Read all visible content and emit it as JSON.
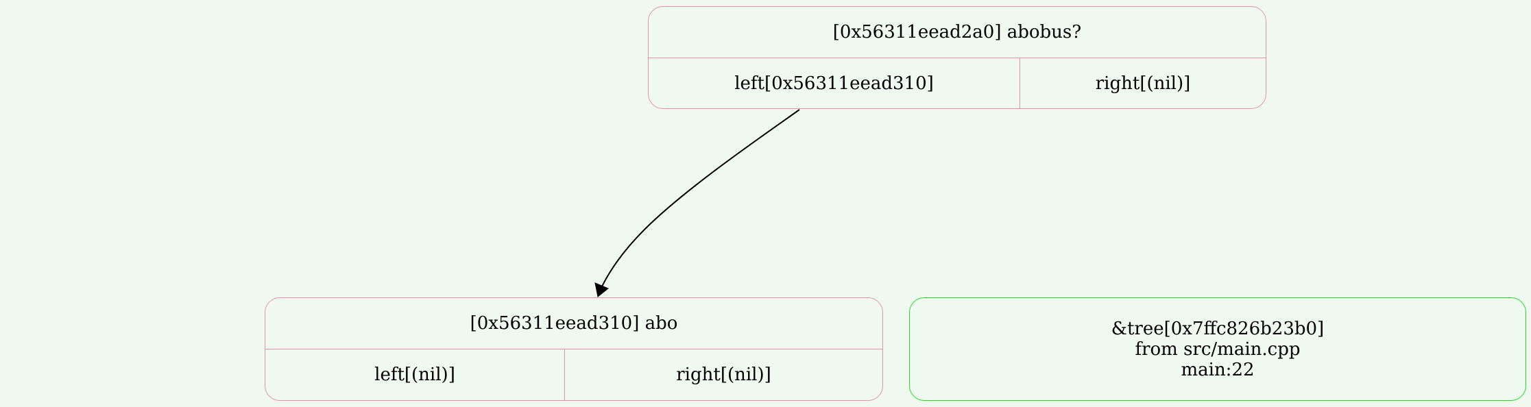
{
  "nodes": {
    "root": {
      "title": "[0x56311eead2a0] abobus?",
      "left": "left[0x56311eead310]",
      "right": "right[(nil)]"
    },
    "child": {
      "title": "[0x56311eead310] abo",
      "left": "left[(nil)]",
      "right": "right[(nil)]"
    }
  },
  "info": {
    "line1": "&tree[0x7ffc826b23b0]",
    "line2": "from src/main.cpp",
    "line3": "main:22"
  },
  "colors": {
    "background": "#f0f9f0",
    "node_border": "#ee8fa6",
    "info_border": "#22dd22",
    "edge": "#000000"
  }
}
